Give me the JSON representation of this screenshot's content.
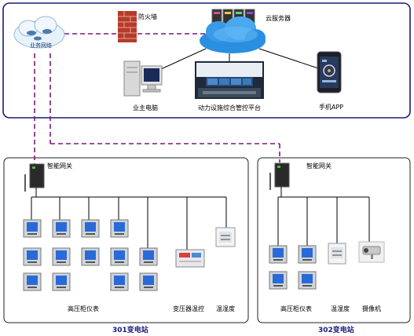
{
  "colors": {
    "frame": "#1a1a7a",
    "dash": "#7a1a7a",
    "line": "#000000",
    "screen": "#2a6ad8",
    "cloud": "#2a8fe0"
  },
  "top": {
    "business_network": "业务网络",
    "firewall": "防火墙",
    "cloud_server": "云服务器",
    "host_pc": "业主电脑",
    "platform": "动力设施综合管控平台",
    "mobile_app": "手机APP"
  },
  "station301": {
    "gateway": "智能网关",
    "hv_meters": "高压柜仪表",
    "transformer_temp": "变压器温控",
    "temp_humidity": "温湿度",
    "title": "301变电站"
  },
  "station302": {
    "gateway": "智能网关",
    "hv_meters": "高压柜仪表",
    "temp_humidity": "温湿度",
    "camera": "摄像机",
    "title": "302变电站"
  }
}
